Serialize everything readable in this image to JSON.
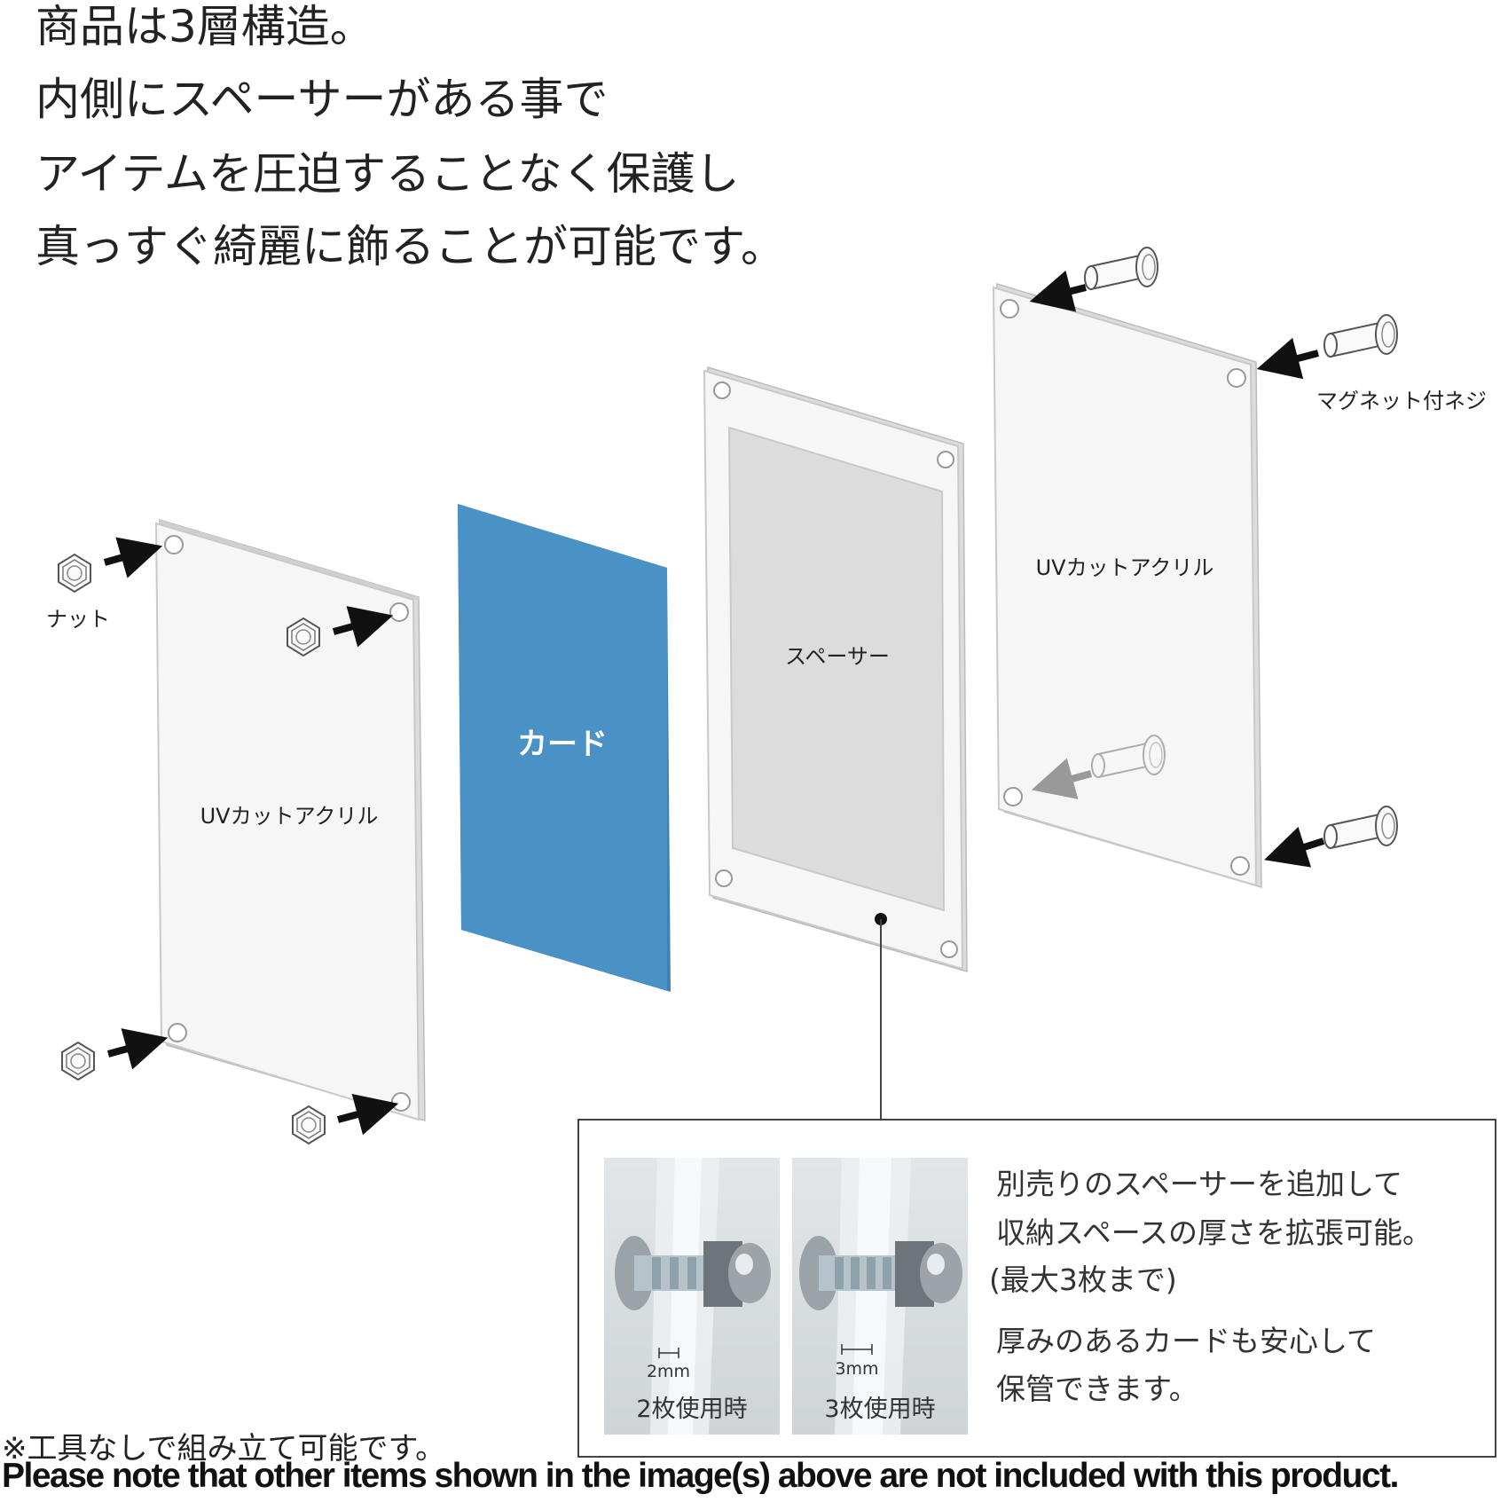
{
  "headline": {
    "lines": [
      "商品は3層構造。",
      "内側にスペーサーがある事で",
      "アイテムを圧迫することなく保護し",
      "真っすぐ綺麗に飾ることが可能です。"
    ]
  },
  "diagram": {
    "front_acrylic_label": "UVカットアクリル",
    "card_label": "カード",
    "spacer_label": "スペーサー",
    "back_acrylic_label": "UVカットアクリル",
    "nut_label": "ナット",
    "screw_label": "マグネット付ネジ",
    "card_color": "#4a92c6"
  },
  "info_box": {
    "photos": [
      {
        "measure": "2mm",
        "caption": "2枚使用時"
      },
      {
        "measure": "3mm",
        "caption": "3枚使用時"
      }
    ],
    "text_lines": [
      "別売りのスペーサーを追加して",
      "収納スペースの厚さを拡張可能。",
      "(最大3枚まで)",
      "厚みのあるカードも安心して",
      "保管できます。"
    ]
  },
  "footer": {
    "note_jp": "※工具なしで組み立て可能です。",
    "note_en": "Please note that other items shown in the image(s) above are not included with this product."
  }
}
